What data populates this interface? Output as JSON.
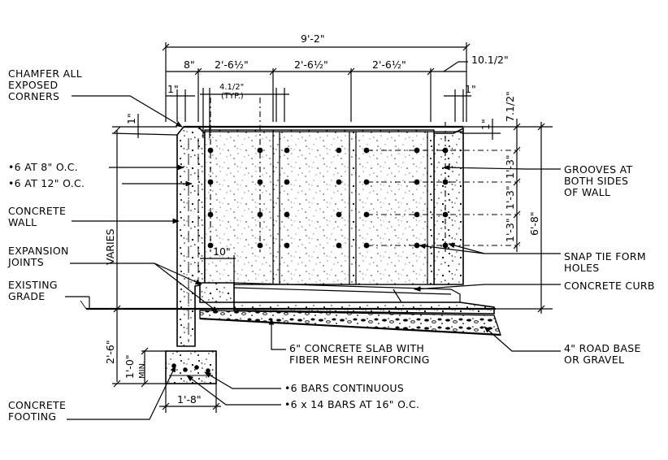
{
  "labels": {
    "chamfer": [
      "CHAMFER ALL",
      "EXPOSED",
      "CORNERS"
    ],
    "bar8": "•6 AT 8\" O.C.",
    "bar12": "•6 AT 12\" O.C.",
    "concrete_wall": [
      "CONCRETE",
      "WALL"
    ],
    "expansion": [
      "EXPANSION",
      "JOINTS"
    ],
    "existing_grade": [
      "EXISTING",
      "GRADE"
    ],
    "concrete_footing": [
      "CONCRETE",
      "FOOTING"
    ],
    "grooves": [
      "GROOVES AT",
      "BOTH SIDES",
      "OF WALL"
    ],
    "snap_tie": [
      "SNAP TIE FORM",
      "HOLES"
    ],
    "curb": "CONCRETE CURB",
    "road_base": [
      "4\" ROAD BASE",
      "OR GRAVEL"
    ],
    "slab": [
      "6\" CONCRETE SLAB WITH",
      "FIBER MESH REINFORCING"
    ],
    "bars_continuous": "•6 BARS CONTINUOUS",
    "bars_14": "•6 x 14 BARS AT 16\" O.C."
  },
  "dims": {
    "overall": "9'-2\"",
    "d8": "8\"",
    "d26a": "2'-6½\"",
    "d26b": "2'-6½\"",
    "d26c": "2'-6½\"",
    "d10": "10.1/2\"",
    "d1a": "1\"",
    "d1b": "1\"",
    "d412": "4.1/2\"",
    "typ": "(TYP.)",
    "d1top": "1\"",
    "d1right": "1\"",
    "d712": "7.1/2\"",
    "d13a": "1'-3\"",
    "d13b": "1'-3\"",
    "d13c": "1'-3\"",
    "d68": "6'-8\"",
    "varies": "VARIES",
    "d10in": "10\"",
    "d26": "2'-6\"",
    "d10ft": "1'-0\"",
    "min": "MIN.",
    "d18": "1'-8\""
  }
}
